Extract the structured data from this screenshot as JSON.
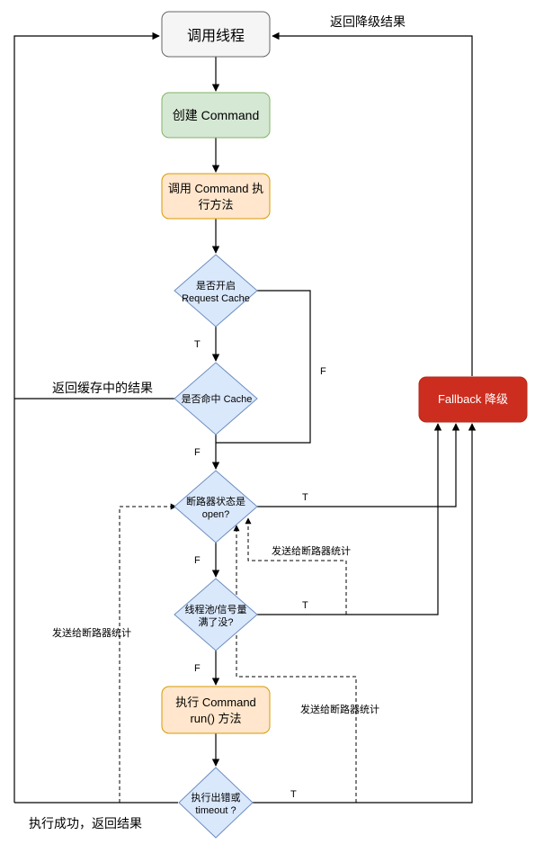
{
  "nodes": {
    "calling_thread": "调用线程",
    "create_command": "创建 Command",
    "invoke_command_line1": "调用 Command 执",
    "invoke_command_line2": "行方法",
    "request_cache_line1": "是否开启",
    "request_cache_line2": "Request Cache",
    "cache_hit": "是否命中 Cache",
    "breaker_open_line1": "断路器状态是",
    "breaker_open_line2": "open?",
    "pool_full_line1": "线程池/信号量",
    "pool_full_line2": "满了没?",
    "run_command_line1": "执行 Command",
    "run_command_line2": "run() 方法",
    "exec_error_line1": "执行出错或",
    "exec_error_line2": "timeout ?",
    "fallback": "Fallback 降级"
  },
  "labels": {
    "return_fallback_result": "返回降级结果",
    "return_cached_result": "返回缓存中的结果",
    "exec_success_return": "执行成功，返回结果",
    "send_stats_1": "发送给断路器统计",
    "send_stats_2": "发送给断路器统计",
    "send_stats_3": "发送给断路器统计",
    "t_breaker": "T",
    "t_pool": "T",
    "t_error": "T",
    "t_cache": "T",
    "f_request_cache": "F",
    "f_cache": "F",
    "f_breaker": "F",
    "f_pool": "F"
  },
  "colors": {
    "calling_fill": "#f5f5f5",
    "calling_stroke": "#666666",
    "green_fill": "#d5e8d4",
    "green_stroke": "#82b366",
    "orange_fill": "#ffe6cc",
    "orange_stroke": "#d79b00",
    "blue_fill": "#dae8fc",
    "blue_stroke": "#6c8ebf",
    "red_fill": "#cd2d1f",
    "red_stroke": "#b22a1b",
    "line": "#000000"
  }
}
